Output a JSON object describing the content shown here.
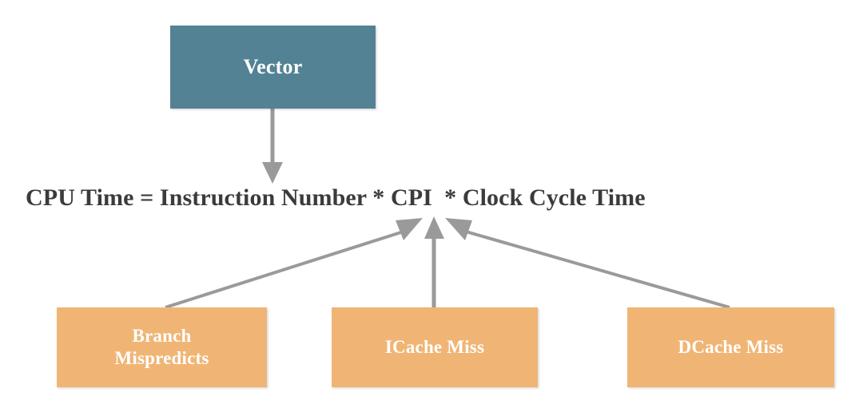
{
  "diagram": {
    "title_node": {
      "label": "Vector",
      "color": "#538295"
    },
    "formula": {
      "text": "CPU Time = Instruction Number * CPI  * Clock Cycle Time",
      "color": "#3b3b3b"
    },
    "causes": [
      {
        "label": "Branch\nMispredicts",
        "line1": "Branch",
        "line2": "Mispredicts",
        "color": "#f0b575"
      },
      {
        "label": "ICache Miss",
        "line1": "ICache Miss",
        "line2": "",
        "color": "#f0b575"
      },
      {
        "label": "DCache Miss",
        "line1": "DCache Miss",
        "line2": "",
        "color": "#f0b575"
      }
    ],
    "connectors": {
      "color": "#9a9a9a",
      "items": [
        {
          "name": "vector-to-formula",
          "from": "Vector",
          "to": "CPU Time formula",
          "direction": "down"
        },
        {
          "name": "branch-to-cpi",
          "from": "Branch Mispredicts",
          "to": "CPI",
          "direction": "up-right"
        },
        {
          "name": "icache-to-cpi",
          "from": "ICache Miss",
          "to": "CPI",
          "direction": "up"
        },
        {
          "name": "dcache-to-cpi",
          "from": "DCache Miss",
          "to": "CPI",
          "direction": "up-left"
        }
      ]
    }
  }
}
